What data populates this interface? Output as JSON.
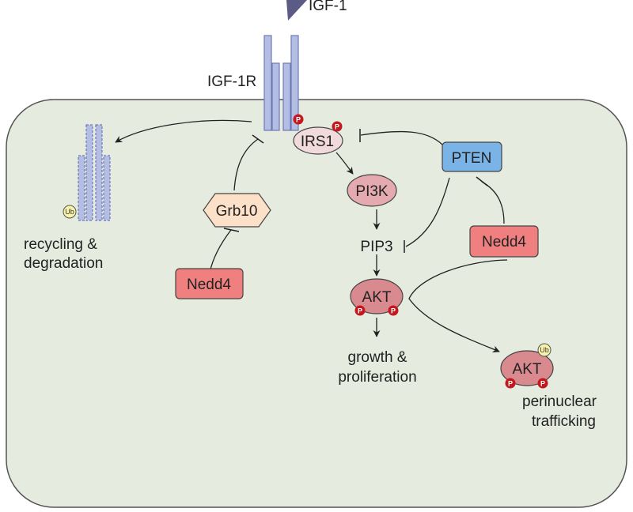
{
  "ligand": {
    "label": "IGF-1"
  },
  "receptor": {
    "label": "IGF-1R"
  },
  "nodes": {
    "irs1": "IRS1",
    "pi3k": "PI3K",
    "pip3": "PIP3",
    "akt": "AKT",
    "akt_trafficked": "AKT",
    "pten": "PTEN",
    "grb10": "Grb10",
    "nedd4_left": "Nedd4",
    "nedd4_right": "Nedd4"
  },
  "markers": {
    "phospho": "P",
    "ubiquitin": "Ub"
  },
  "outcomes": {
    "recycling": [
      "recycling &",
      "degradation"
    ],
    "growth": [
      "growth &",
      "proliferation"
    ],
    "perinuclear": [
      "perinuclear",
      "trafficking"
    ]
  },
  "colors": {
    "cell_fill": "#e6ebdf",
    "cell_stroke": "#555555",
    "receptor_fill": "#b4bde3",
    "receptor_stroke": "#6f7ab2",
    "ligand": "#5b5b86",
    "irs1_fill": "#f1dadc",
    "pi3k_fill": "#e4aab0",
    "akt_fill": "#d88a8f",
    "pten_fill": "#7ab4e6",
    "grb10_fill": "#fde0c8",
    "nedd4_fill": "#f08080",
    "phospho": "#c4181f",
    "ubiquitin": "#f8f3a8"
  }
}
